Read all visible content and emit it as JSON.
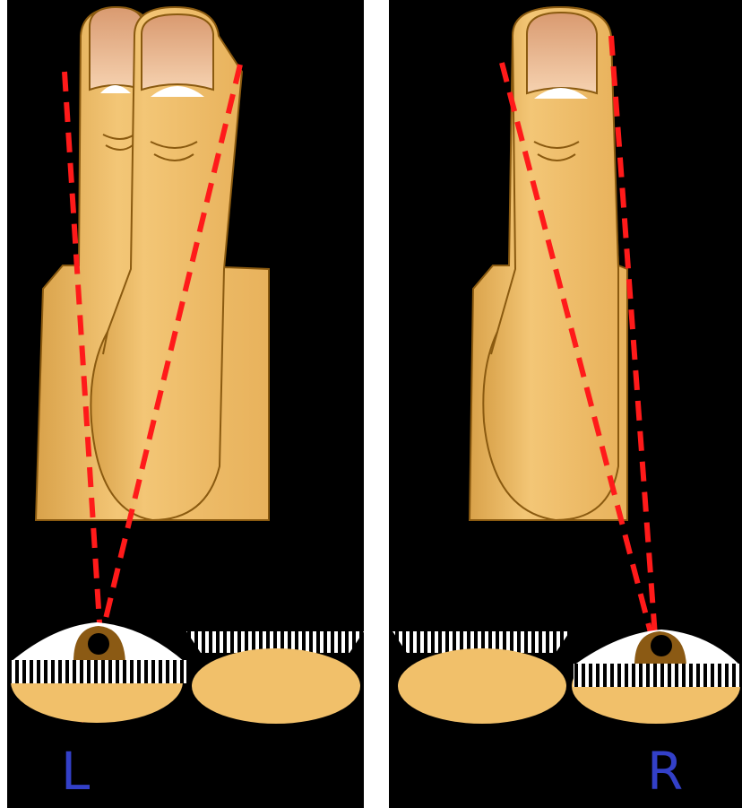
{
  "colors": {
    "background": "#000000",
    "divider": "#ffffff",
    "skin": "#f1c06a",
    "skin_shadow": "#d49a3a",
    "outline": "#8a5a10",
    "nail": "#f0c9a0",
    "nail_white": "#ffffff",
    "sight_line": "#ff1a1a",
    "iris": "#8b5a14",
    "pupil": "#000000",
    "lash_white": "#ffffff",
    "label": "#3340c8"
  },
  "panels": [
    {
      "side": "left",
      "label": "L",
      "open_eye": "left"
    },
    {
      "side": "right",
      "label": "R",
      "open_eye": "right"
    }
  ]
}
